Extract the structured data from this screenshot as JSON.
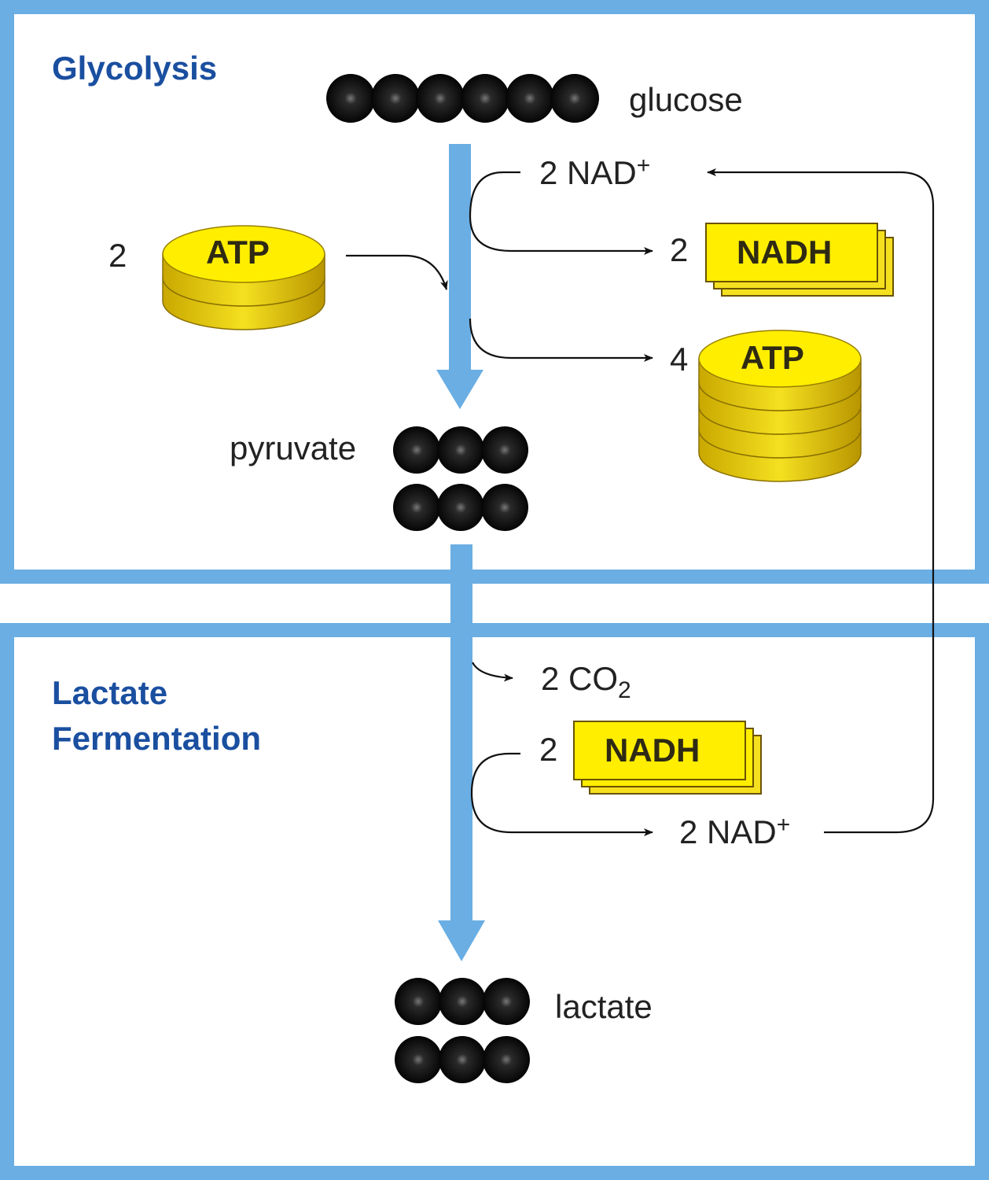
{
  "titles": {
    "glycolysis": "Glycolysis",
    "fermentation_line1": "Lactate",
    "fermentation_line2": "Fermentation"
  },
  "molecules": {
    "glucose": "glucose",
    "pyruvate": "pyruvate",
    "lactate": "lactate"
  },
  "glycolysis": {
    "atp_in_count": "2",
    "atp_in_label": "ATP",
    "nad_in": "2 NAD",
    "nad_in_sup": "+",
    "nadh_out_count": "2",
    "nadh_out_label": "NADH",
    "atp_out_count": "4",
    "atp_out_label": "ATP"
  },
  "fermentation": {
    "co2_prefix": "2 CO",
    "co2_sub": "2",
    "nadh_in_count": "2",
    "nadh_in_label": "NADH",
    "nad_out": "2 NAD",
    "nad_out_sup": "+"
  },
  "colors": {
    "panel_border": "#6aaee3",
    "title": "#1a4fa0",
    "flow_arrow": "#6aaee3",
    "atp_nadh": "#ffee00"
  }
}
